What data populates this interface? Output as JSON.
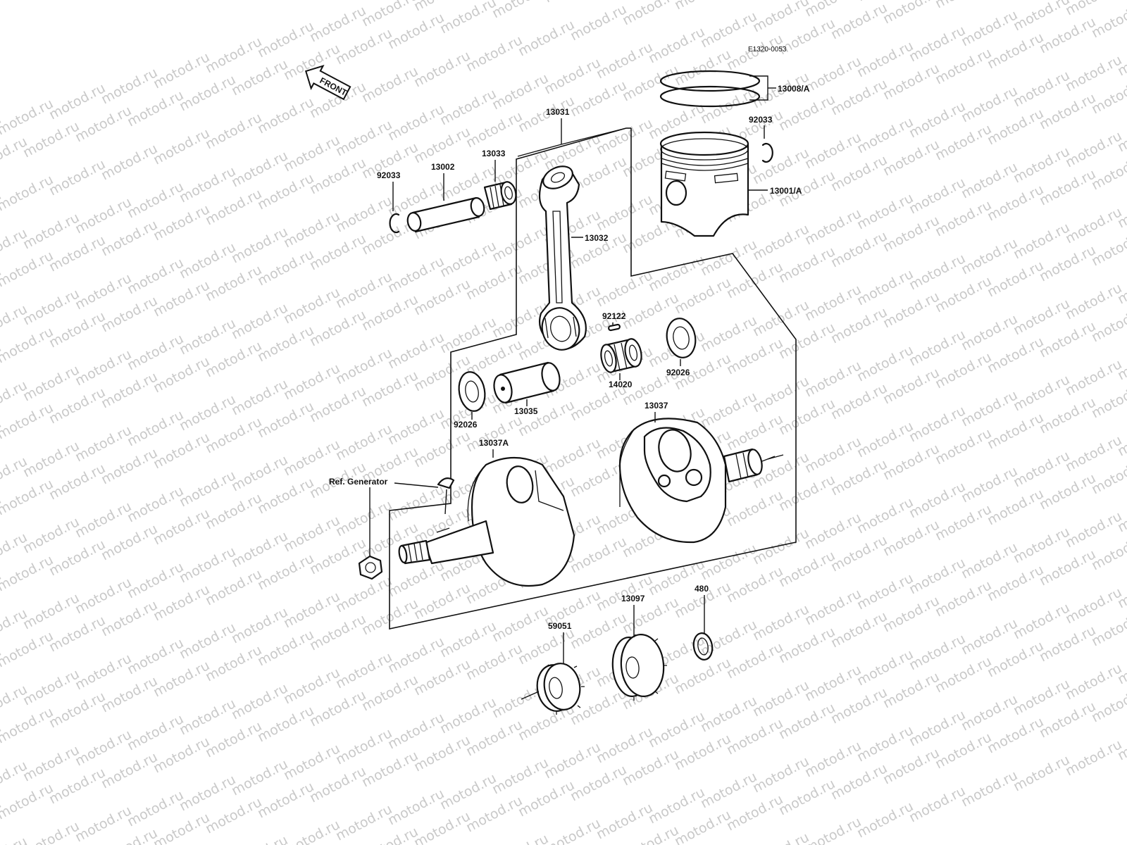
{
  "watermark": "motod.ru",
  "diagram_code": "E1320-0053",
  "front_arrow_label": "FRONT",
  "labels": {
    "ring_set": "13008/A",
    "circlip_right": "92033",
    "piston": "13001/A",
    "connecting_rod_assy": "13031",
    "circlip_left": "92033",
    "piston_pin": "13002",
    "small_end_bearing": "13033",
    "connecting_rod": "13032",
    "pin": "92122",
    "big_end_bearing": "14020",
    "washer_right": "92026",
    "washer_left": "92026",
    "crank_pin": "13035",
    "flywheel_right": "13037",
    "flywheel_left": "13037A",
    "ref_generator": "Ref. Generator",
    "gear_small": "59051",
    "gear_large": "13097",
    "snap_ring": "480"
  }
}
